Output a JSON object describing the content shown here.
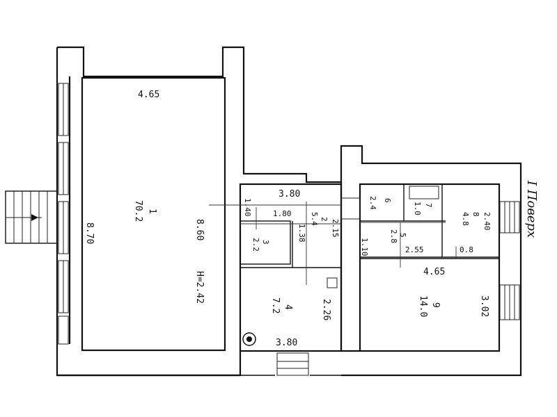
{
  "plan": {
    "floor_title": "I Поверх",
    "rooms": [
      {
        "number": "1",
        "area": "70.2"
      },
      {
        "number": "2",
        "area": "5.4"
      },
      {
        "number": "3",
        "area": "2.2"
      },
      {
        "number": "4",
        "area": "7.2"
      },
      {
        "number": "5",
        "area": "2.8"
      },
      {
        "number": "6",
        "area": "2.4"
      },
      {
        "number": "7",
        "area": "1.0"
      },
      {
        "number": "8",
        "area": "4.8"
      },
      {
        "number": "9",
        "area": "14.0"
      }
    ],
    "dimensions": {
      "room1_width": "4.65",
      "room1_length": "8.70",
      "room1_inner": "8.60",
      "ceiling_height": "H=2.42",
      "corridor_width": "3.80",
      "corridor_depth": "1.40",
      "room2_width": "1.80",
      "room2_len": "2.15",
      "room3_len": "1.38",
      "room4_width": "3.80",
      "room4_len": "2.26",
      "room5_len": "1.10",
      "room5_width": "2.55",
      "room8_extra": "0.8",
      "room9_width": "4.65",
      "room9_len": "3.02",
      "room8_len": "2.40"
    }
  }
}
